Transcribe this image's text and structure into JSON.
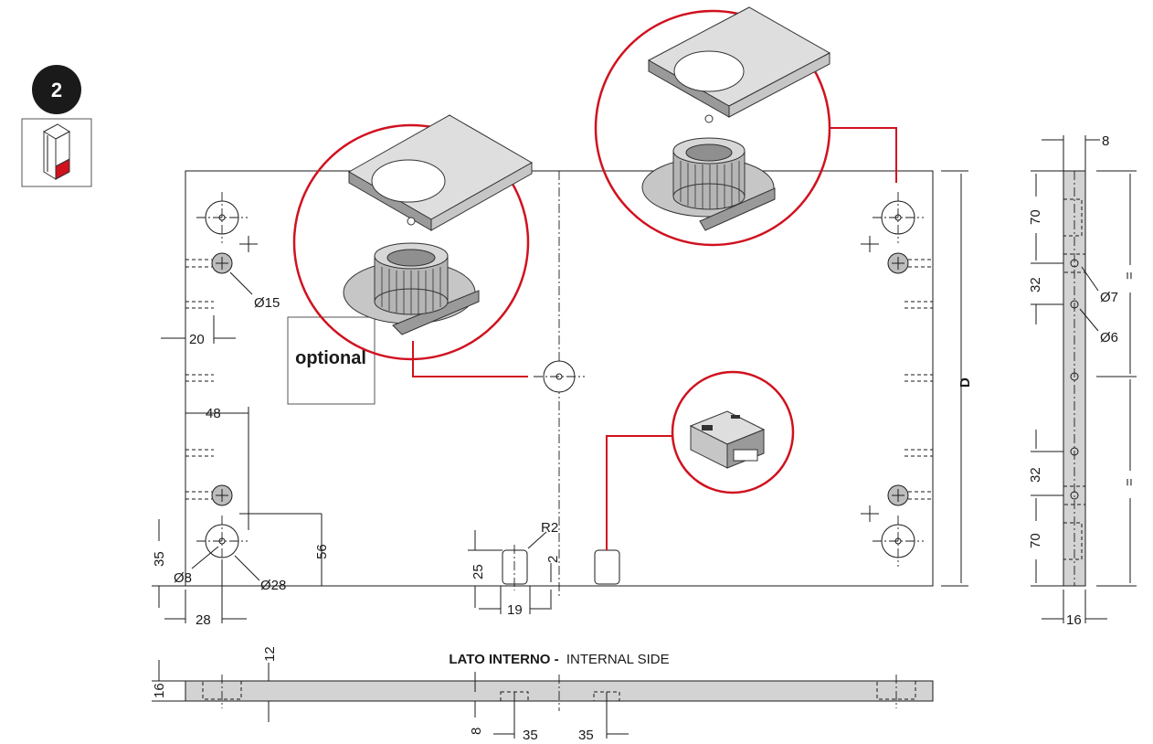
{
  "step": {
    "number": "2"
  },
  "optional_box": {
    "label": "optional"
  },
  "section_title": {
    "bold": "LATO INTERNO -",
    "normal": "INTERNAL SIDE"
  },
  "front_view": {
    "dims": {
      "d15": "Ø15",
      "d20": "20",
      "d48": "48",
      "d35": "35",
      "d56": "56",
      "d8": "Ø8",
      "d28dia": "Ø28",
      "d28": "28",
      "r2": "R2",
      "d25": "25",
      "d2": "2",
      "d19": "19",
      "D": "D"
    }
  },
  "side_view": {
    "dims": {
      "t8": "8",
      "t70a": "70",
      "t32a": "32",
      "d7": "Ø7",
      "d6": "Ø6",
      "eqa": "=",
      "t32b": "32",
      "eqb": "=",
      "t70b": "70",
      "t16": "16"
    }
  },
  "bottom_view": {
    "dims": {
      "t12": "12",
      "t16": "16",
      "t8": "8",
      "t35a": "35",
      "t35b": "35"
    }
  },
  "colors": {
    "accent": "#d0121f",
    "part": "#c6c6c6",
    "panel": "#d3d3d3",
    "ink": "#1a1a1a"
  }
}
